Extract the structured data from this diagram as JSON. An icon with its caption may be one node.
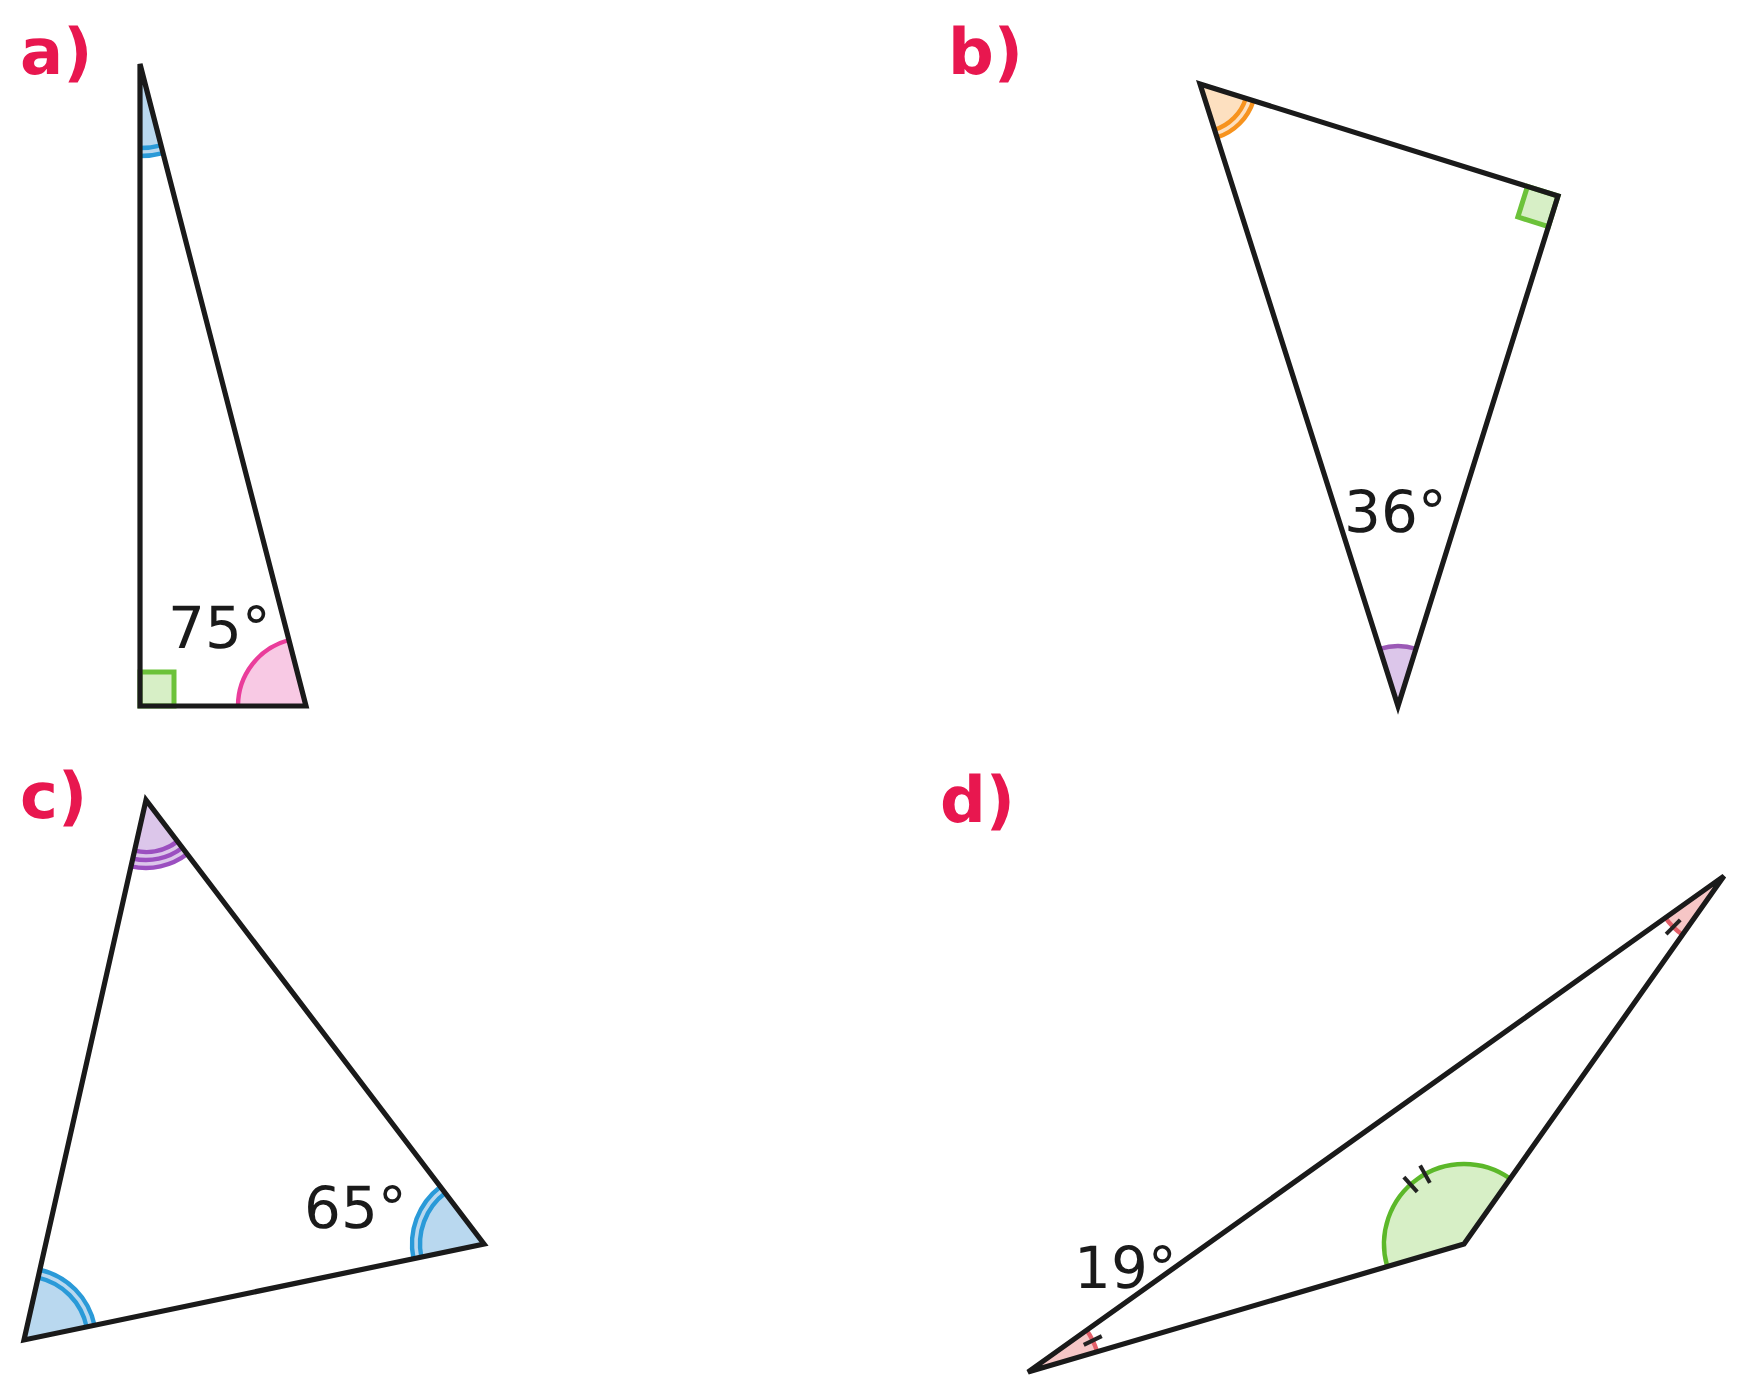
{
  "diagram": {
    "labels": [
      "a)",
      "75°",
      "b)",
      "36°",
      "c)",
      "65°",
      "d)",
      "19°"
    ]
  }
}
